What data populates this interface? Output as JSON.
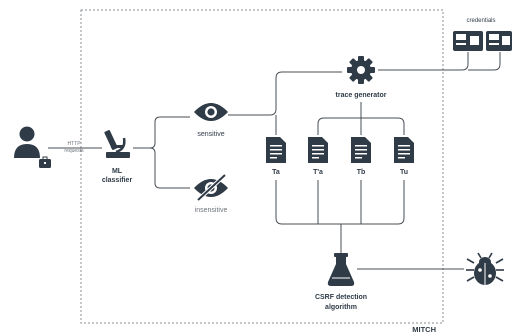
{
  "colors": {
    "icon": "#2f3b47",
    "line": "#4a4f55",
    "text_muted": "#6f757b",
    "dashed_border": "#8a8f94",
    "background": "#ffffff"
  },
  "labels": {
    "http_requests_line1": "HTTP",
    "http_requests_line2": "requests",
    "credentials": "credentials",
    "trace_generator": "trace generator",
    "ml_classifier_line1": "ML",
    "ml_classifier_line2": "classifier",
    "sensitive": "sensitive",
    "insensitive": "insensitive",
    "csrf_line1": "CSRF detection",
    "csrf_line2": "algorithm",
    "mitch": "MITCH"
  },
  "traces": [
    {
      "id": "trace-ta",
      "label": "Ta"
    },
    {
      "id": "trace-ta-prime",
      "label": "T'a"
    },
    {
      "id": "trace-tb",
      "label": "Tb"
    },
    {
      "id": "trace-tu",
      "label": "Tu"
    }
  ],
  "icons": {
    "user": "user-icon",
    "credentials": "id-card-icon",
    "classifier": "microscope-icon",
    "sensitive": "eye-icon",
    "insensitive": "eye-slash-icon",
    "trace_generator": "gear-icon",
    "trace": "document-icon",
    "csrf": "flask-icon",
    "result": "bug-icon"
  }
}
